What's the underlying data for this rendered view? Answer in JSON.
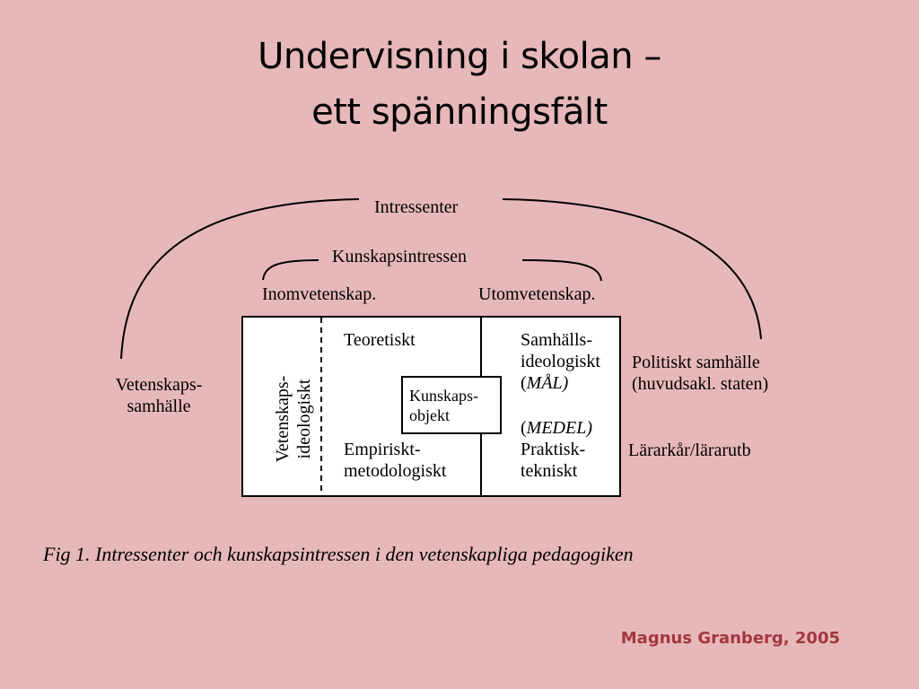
{
  "slide": {
    "title_line1": "Undervisning i skolan  –",
    "title_line2": "ett spänningsfält"
  },
  "diagram": {
    "intressenter": "Intressenter",
    "kunskapsintressen": "Kunskapsintressen",
    "inomvetenskap": "Inomvetenskap.",
    "utomvetenskap": "Utomvetenskap.",
    "vetenskapssamhalle_line1": "Vetenskaps-",
    "vetenskapssamhalle_line2": "samhälle",
    "vertical_line1": "Vetenskaps-",
    "vertical_line2": "ideologiskt",
    "teoretiskt": "Teoretiskt",
    "empiriskt_line1": "Empiriskt-",
    "empiriskt_line2": "metodologiskt",
    "kunskapsobjekt_line1": "Kunskaps-",
    "kunskapsobjekt_line2": "objekt",
    "samhalls_line1": "Samhälls-",
    "samhalls_line2": "ideologiskt",
    "mal_open": "(",
    "mal": "MÅL)",
    "medel_open": "(",
    "medel": "MEDEL)",
    "praktisk_line1": "Praktisk-",
    "praktisk_line2": "tekniskt",
    "politiskt_line1": "Politiskt samhälle",
    "politiskt_line2": "(huvudsakl. staten)",
    "lararkar": "Lärarkår/lärarutb"
  },
  "caption": "Fig 1.  Intressenter och kunskapsintressen i den vetenskapliga pedagogiken",
  "author": "Magnus Granberg, 2005",
  "colors": {
    "background": "#e7b8b9",
    "author": "#a3373f",
    "box_fill": "#ffffff"
  }
}
